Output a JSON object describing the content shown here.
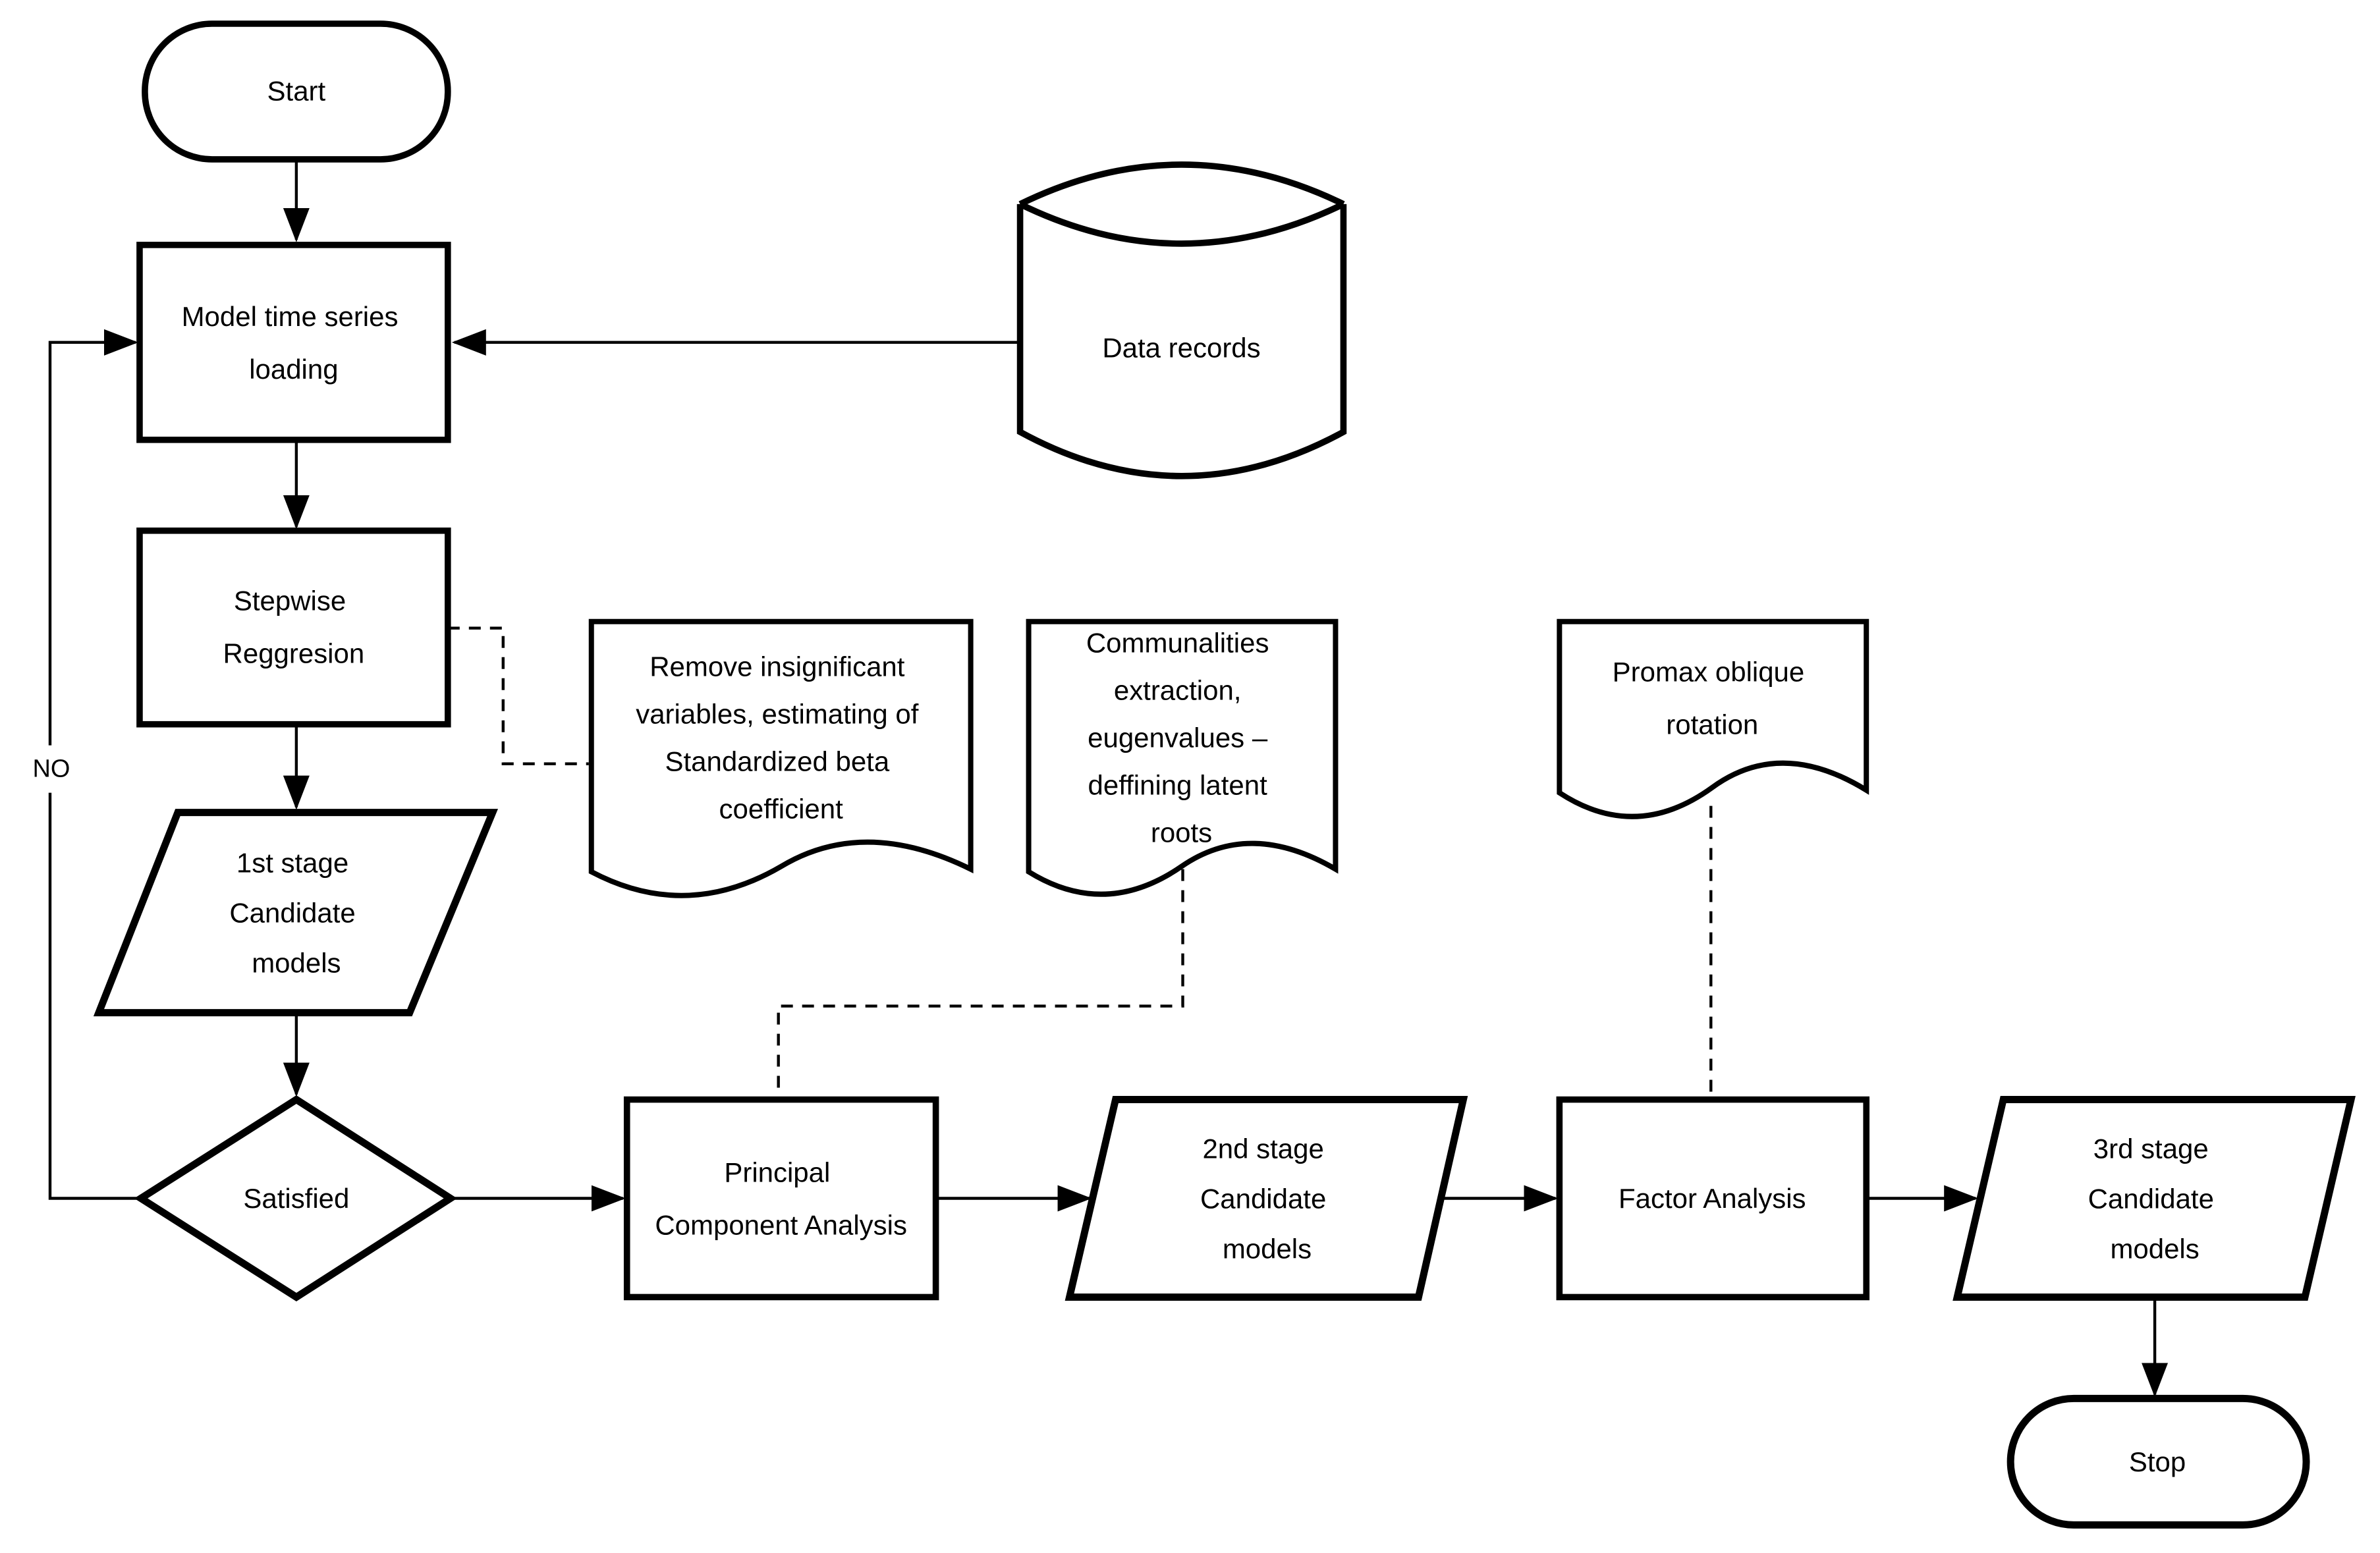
{
  "page": {
    "background": "#ffffff",
    "stroke_color": "#000000"
  },
  "diagram": {
    "nodes": {
      "start": {
        "label": "Start"
      },
      "model_loading": {
        "lines": [
          "Model time series",
          "loading"
        ]
      },
      "data_records": {
        "label": "Data records"
      },
      "stepwise": {
        "lines": [
          "Stepwise",
          "Reggresion"
        ]
      },
      "note_remove": {
        "lines": [
          "Remove insignificant",
          "variables, estimating of",
          "Standardized beta",
          "coefficient"
        ]
      },
      "note_communalities": {
        "lines": [
          "Communalities",
          "extraction,",
          "eugenvalues –",
          "deffining latent",
          "roots"
        ]
      },
      "note_promax": {
        "lines": [
          "Promax oblique",
          "rotation"
        ]
      },
      "stage1": {
        "lines": [
          "1st stage",
          "Candidate",
          "models"
        ]
      },
      "satisfied": {
        "label": "Satisfied"
      },
      "pca": {
        "lines": [
          "Principal",
          "Component Analysis"
        ]
      },
      "stage2": {
        "lines": [
          "2nd stage",
          "Candidate",
          "models"
        ]
      },
      "factor": {
        "label": "Factor Analysis"
      },
      "stage3": {
        "lines": [
          "3rd stage",
          "Candidate",
          "models"
        ]
      },
      "stop": {
        "label": "Stop"
      }
    },
    "labels": {
      "no": "NO"
    }
  }
}
